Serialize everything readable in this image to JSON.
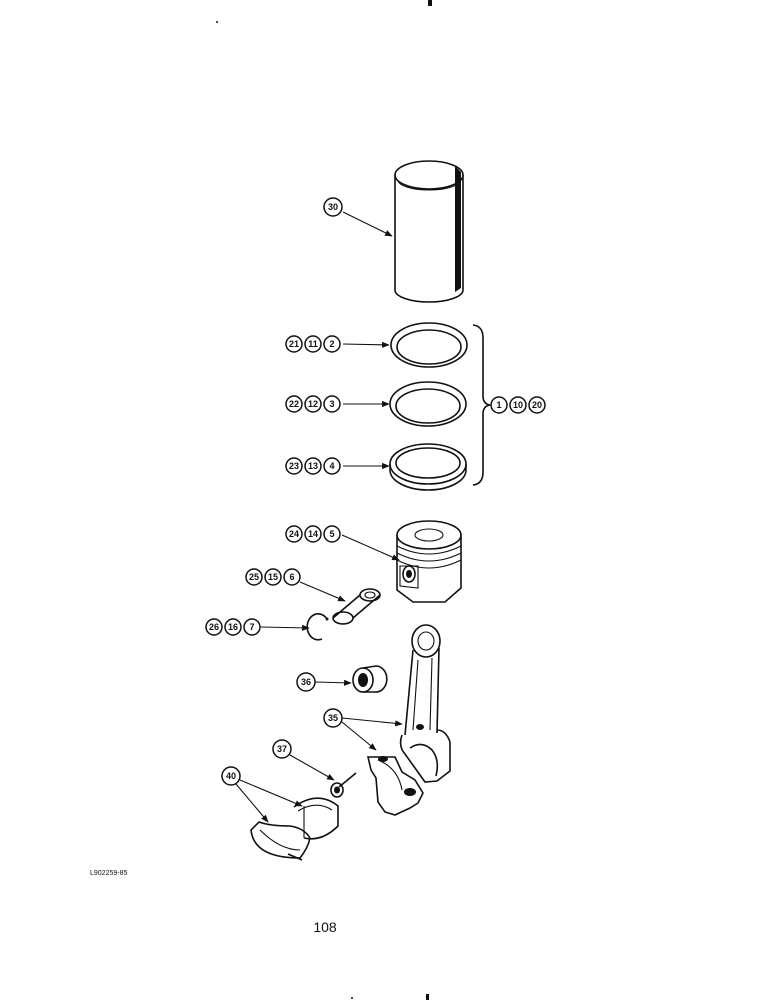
{
  "page_number": "108",
  "figure_code": "L902259-85",
  "callouts": {
    "liner": [
      "30"
    ],
    "ring_top": [
      "21",
      "11",
      "2"
    ],
    "ring_mid": [
      "22",
      "12",
      "3"
    ],
    "ring_bot": [
      "23",
      "13",
      "4"
    ],
    "ring_set": [
      "1",
      "10",
      "20"
    ],
    "piston": [
      "24",
      "14",
      "5"
    ],
    "pin": [
      "25",
      "15",
      "6"
    ],
    "clip": [
      "26",
      "16",
      "7"
    ],
    "bushing": [
      "36"
    ],
    "rod": [
      "35"
    ],
    "bolt": [
      "37"
    ],
    "bearing": [
      "40"
    ]
  }
}
